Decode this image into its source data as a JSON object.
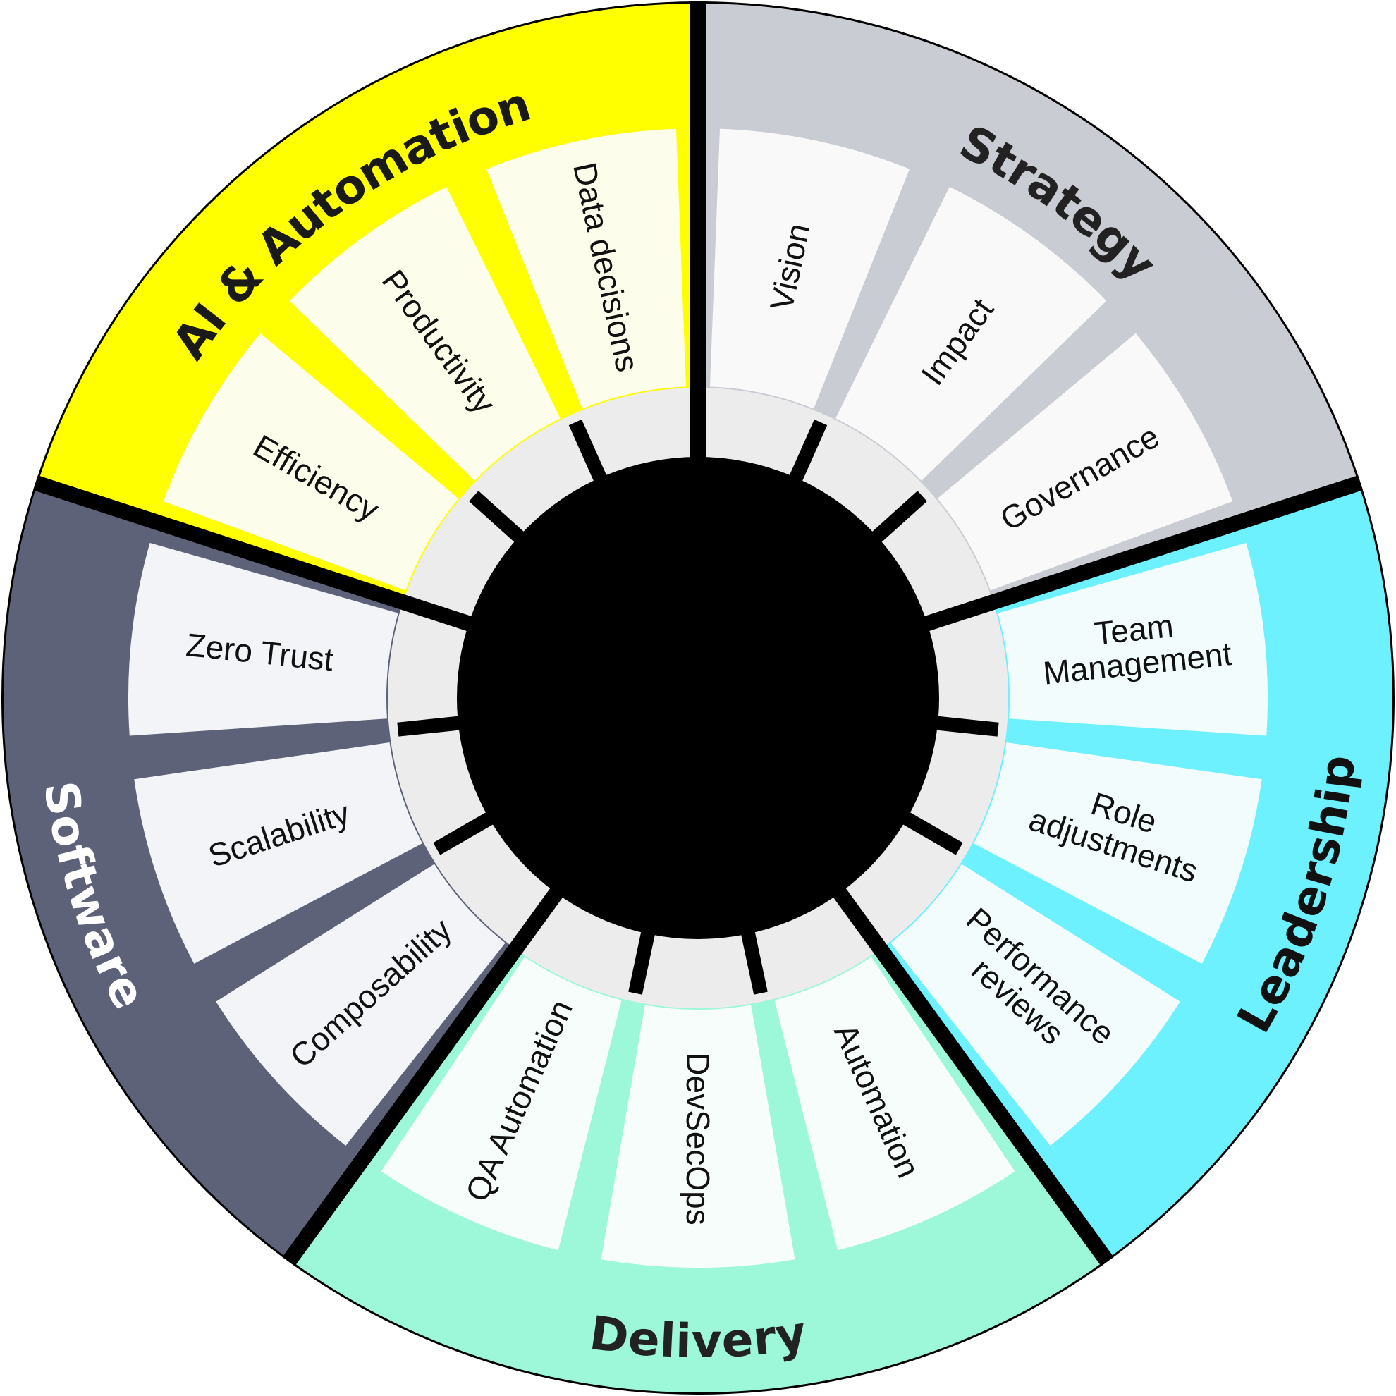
{
  "wheel": {
    "colors": {
      "separator": "#000000",
      "hub": "#000000",
      "inner_ring": "#ececec",
      "outline": "#000000"
    },
    "categories": [
      {
        "name": "Strategy",
        "color": "#c9cdd3",
        "tile_color": "#f9f9f9",
        "label_color": "#222222",
        "items": [
          "Vision",
          "Impact",
          "Governance"
        ]
      },
      {
        "name": "Leadership",
        "color": "#6df1ff",
        "tile_color": "#f2fcfd",
        "label_color": "#111111",
        "items": [
          "Team Management",
          "Role adjustments",
          "Performance reviews"
        ]
      },
      {
        "name": "Delivery",
        "color": "#9cf8d8",
        "tile_color": "#f7fdfb",
        "label_color": "#222222",
        "items": [
          "Automation",
          "DevSecOps",
          "QA Automation"
        ]
      },
      {
        "name": "Software",
        "color": "#5d6279",
        "tile_color": "#f3f4f7",
        "label_color": "#ffffff",
        "items": [
          "Composability",
          "Scalability",
          "Zero Trust"
        ]
      },
      {
        "name": "AI & Automation",
        "color": "#ffff00",
        "tile_color": "#fdfdeb",
        "label_color": "#1a1a1a",
        "items": [
          "Efficiency",
          "Productivity",
          "Data decisions"
        ]
      }
    ]
  }
}
